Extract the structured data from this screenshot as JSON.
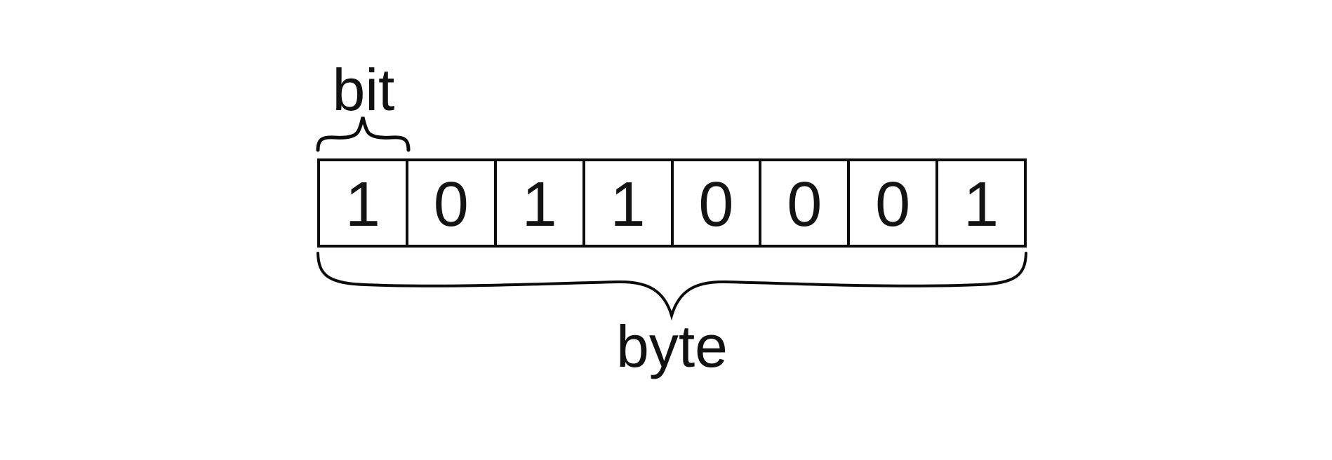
{
  "labels": {
    "bit": "bit",
    "byte": "byte"
  },
  "bits": [
    "1",
    "0",
    "1",
    "1",
    "0",
    "0",
    "0",
    "1"
  ],
  "colors": {
    "background": "#ffffff",
    "line": "#0b0b0b",
    "text": "#111111"
  }
}
